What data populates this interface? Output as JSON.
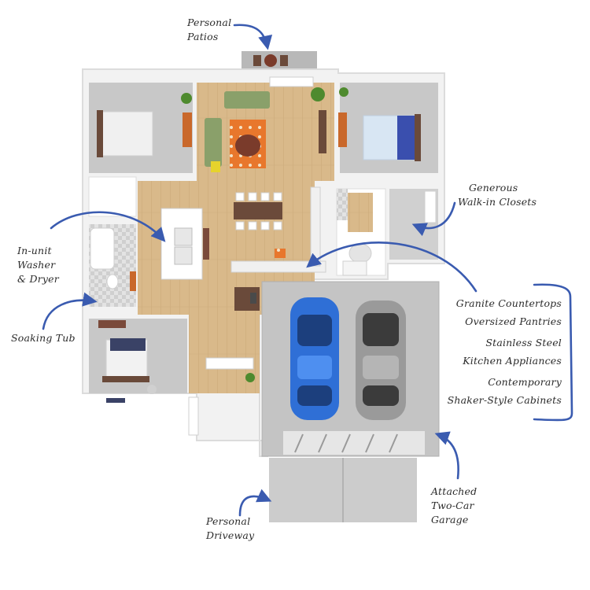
{
  "annotations": {
    "personal_patios": [
      "Personal",
      "Patios"
    ],
    "walk_in_closets": [
      "Generous",
      "Walk-in Closets"
    ],
    "washer_dryer": [
      "In-unit",
      "Washer",
      "& Dryer"
    ],
    "soaking_tub": [
      "Soaking Tub"
    ],
    "kitchen_features": [
      "Granite Countertops",
      "Oversized Pantries",
      "Stainless Steel",
      "Kitchen Appliances",
      "Contemporary",
      "Shaker-Style Cabinets"
    ],
    "garage": [
      "Attached",
      "Two-Car",
      "Garage"
    ],
    "driveway": [
      "Personal",
      "Driveway"
    ]
  },
  "colors": {
    "arrow": "#3a5bb0",
    "wood_floor": "#d9b98a",
    "carpet": "#c9c9c9",
    "concrete": "#c4c4c4",
    "wall": "#f5f5f5",
    "car_blue": "#2f6fd6",
    "car_silver": "#9a9a9a",
    "sofa": "#8aa06a",
    "rug": "#e8772c"
  }
}
